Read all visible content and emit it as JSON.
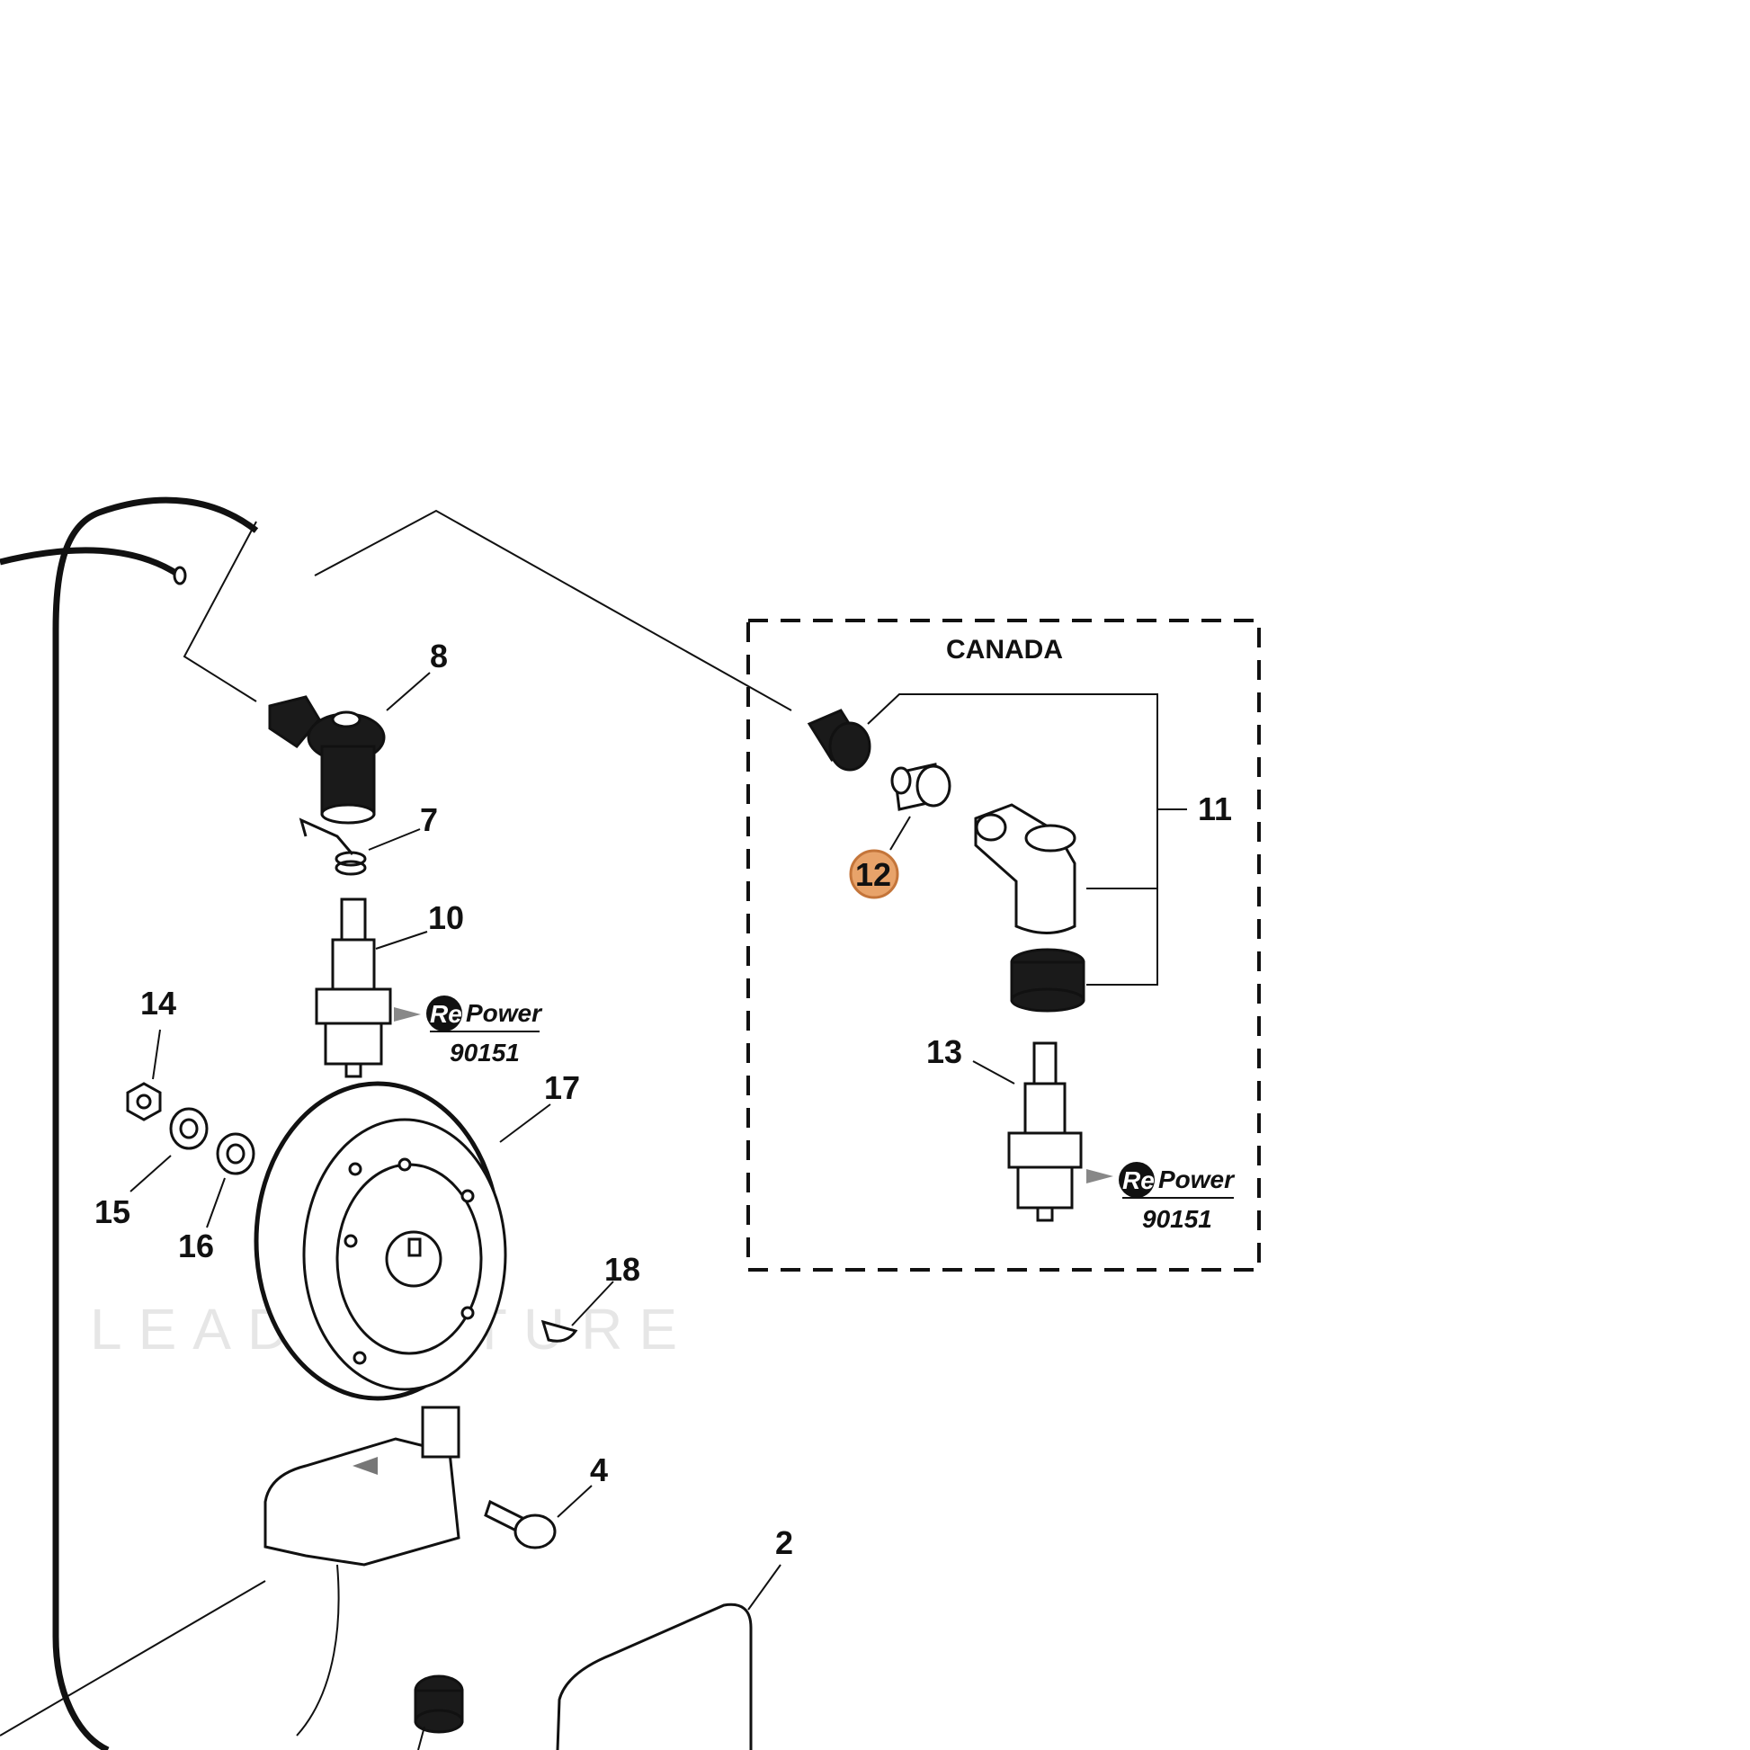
{
  "region_label": "CANADA",
  "watermark": "LEADVENTURE",
  "brand": {
    "name_a": "Re",
    "name_b": "Power",
    "code": "90151"
  },
  "highlight_color": "#e8a36a",
  "callouts": [
    {
      "id": "8",
      "text": "8"
    },
    {
      "id": "7",
      "text": "7"
    },
    {
      "id": "10",
      "text": "10"
    },
    {
      "id": "14",
      "text": "14"
    },
    {
      "id": "15",
      "text": "15"
    },
    {
      "id": "16",
      "text": "16"
    },
    {
      "id": "17",
      "text": "17"
    },
    {
      "id": "18",
      "text": "18"
    },
    {
      "id": "4",
      "text": "4"
    },
    {
      "id": "2",
      "text": "2"
    },
    {
      "id": "11",
      "text": "11"
    },
    {
      "id": "12",
      "text": "12",
      "highlighted": true
    },
    {
      "id": "13",
      "text": "13"
    }
  ]
}
